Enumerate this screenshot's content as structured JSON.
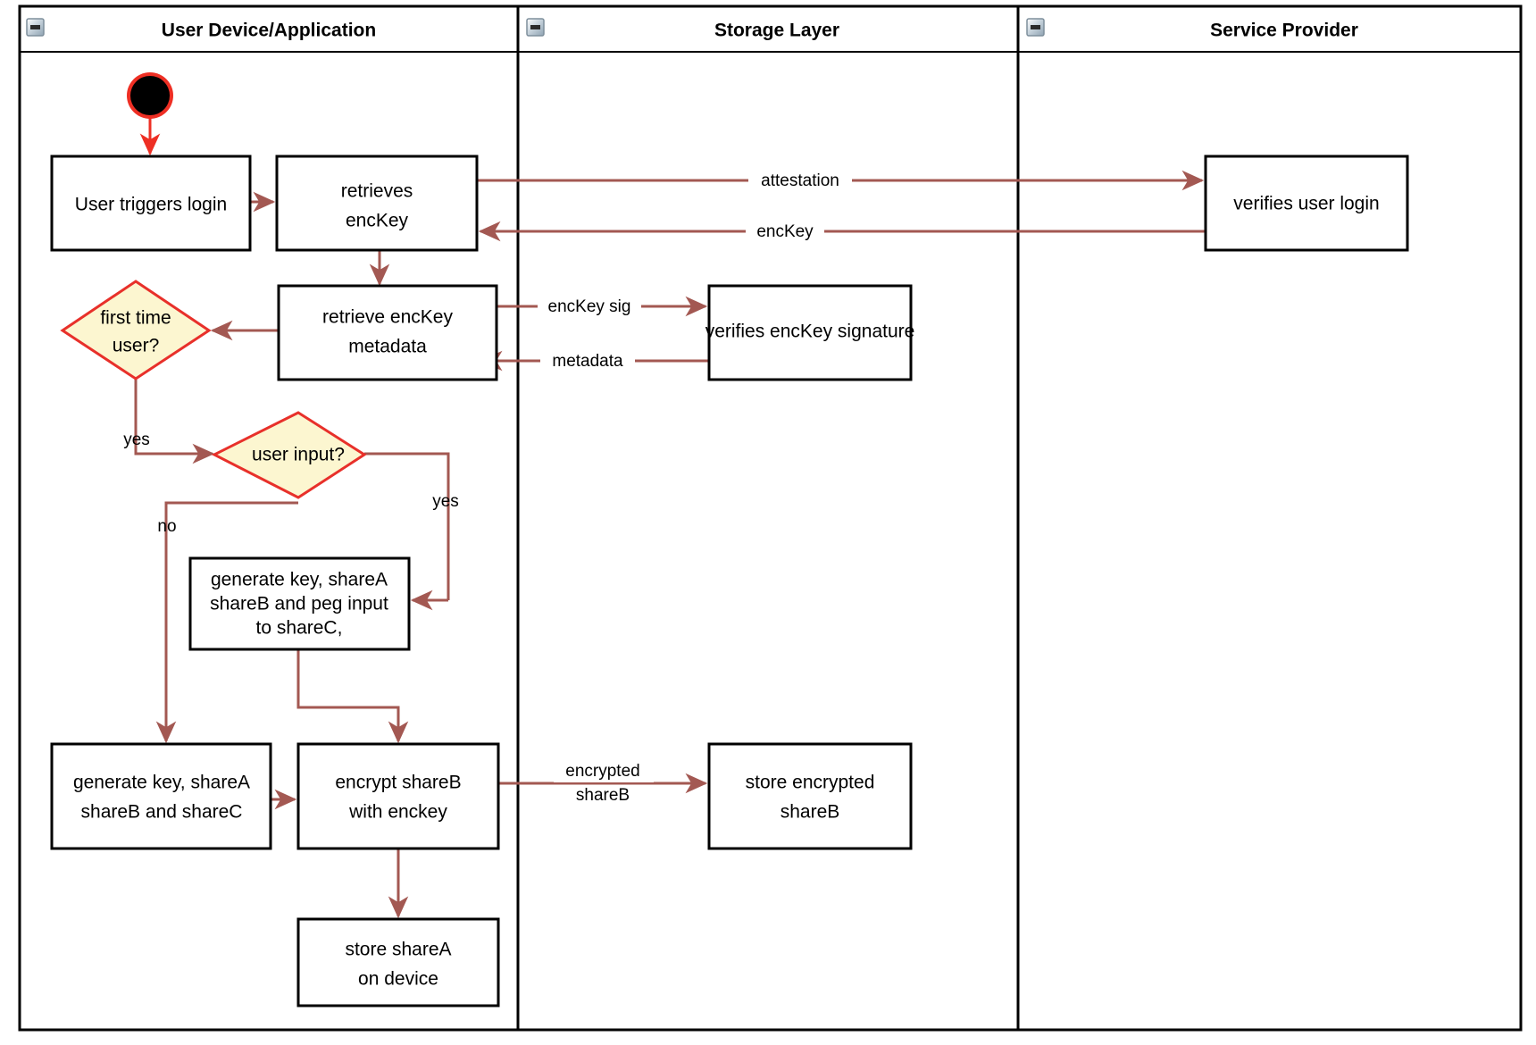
{
  "diagram": {
    "type": "uml-activity-swimlane",
    "title": "",
    "colors": {
      "flow_arrow": "#a35852",
      "start_arrow": "#ee2f24",
      "decision_fill": "#fcf6d0",
      "decision_stroke": "#e8302a",
      "node_stroke": "#000000",
      "node_fill": "#ffffff",
      "frame_stroke": "#000000"
    }
  },
  "lanes": [
    {
      "id": "user-device",
      "title": "User Device/Application",
      "collapse_icon": "collapse-minus-icon"
    },
    {
      "id": "storage-layer",
      "title": "Storage Layer",
      "collapse_icon": "collapse-minus-icon"
    },
    {
      "id": "service-provider",
      "title": "Service Provider",
      "collapse_icon": "collapse-minus-icon"
    }
  ],
  "nodes": {
    "start": {
      "kind": "initial-node",
      "label": ""
    },
    "user_triggers_login": {
      "kind": "activity",
      "label": "User triggers login"
    },
    "retrieves_enckey": {
      "kind": "activity",
      "label_line1": "retrieves",
      "label_line2": "encKey"
    },
    "retrieve_enckey_metadata": {
      "kind": "activity",
      "label_line1": "retrieve encKey",
      "label_line2": "metadata"
    },
    "first_time_user": {
      "kind": "decision",
      "label_line1": "first time",
      "label_line2": "user?"
    },
    "user_input": {
      "kind": "decision",
      "label": "user input?"
    },
    "generate_peg": {
      "kind": "activity",
      "label_line1": "generate key, shareA",
      "label_line2": "shareB and peg input",
      "label_line3": "to shareC,"
    },
    "generate_abc": {
      "kind": "activity",
      "label_line1": "generate key, shareA",
      "label_line2": "shareB and shareC"
    },
    "encrypt_shareb": {
      "kind": "activity",
      "label_line1": "encrypt shareB",
      "label_line2": "with enckey"
    },
    "store_sharea": {
      "kind": "activity",
      "label_line1": "store shareA",
      "label_line2": "on device"
    },
    "verifies_signature": {
      "kind": "activity",
      "label": "verifies encKey signature"
    },
    "store_encrypted_shareb": {
      "kind": "activity",
      "label_line1": "store encrypted",
      "label_line2": "shareB"
    },
    "verifies_user_login": {
      "kind": "activity",
      "label": "verifies user login"
    }
  },
  "edge_labels": {
    "attestation": "attestation",
    "enckey": "encKey",
    "enckey_sig": "encKey sig",
    "metadata": "metadata",
    "yes_first_time": "yes",
    "yes_user_input": "yes",
    "no_user_input": "no",
    "encrypted_shareb_line1": "encrypted",
    "encrypted_shareb_line2": "shareB"
  }
}
